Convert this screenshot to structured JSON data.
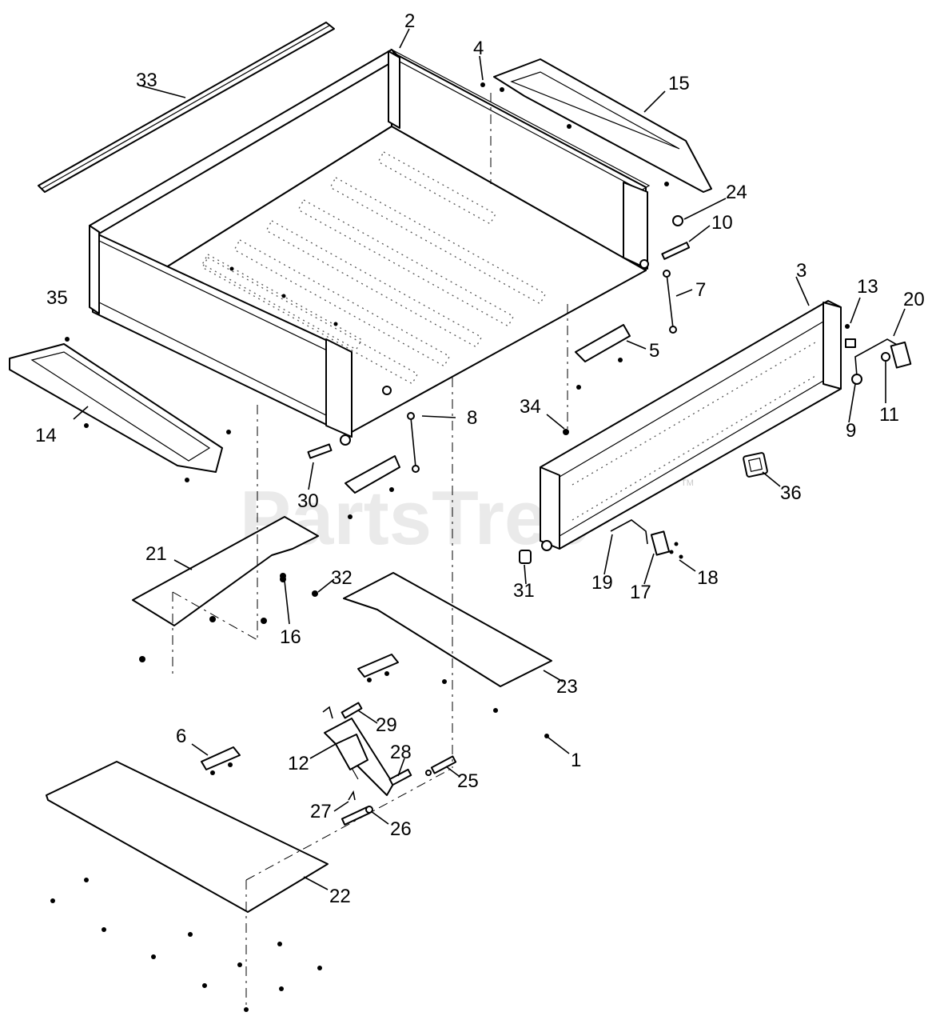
{
  "watermark": {
    "text": "PartsTree",
    "trademark": "TM"
  },
  "callouts": [
    "1",
    "2",
    "3",
    "4",
    "5",
    "6",
    "7",
    "8",
    "9",
    "10",
    "11",
    "12",
    "13",
    "14",
    "15",
    "16",
    "17",
    "18",
    "19",
    "20",
    "21",
    "22",
    "23",
    "24",
    "25",
    "26",
    "27",
    "28",
    "29",
    "30",
    "31",
    "32",
    "33",
    "34",
    "35",
    "36"
  ]
}
